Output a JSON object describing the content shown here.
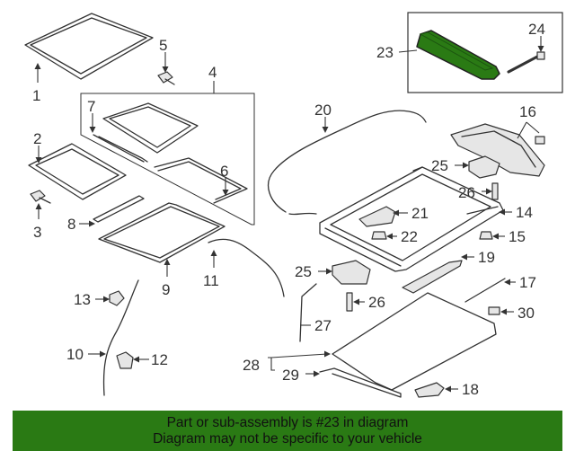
{
  "callouts": {
    "c1": "1",
    "c2": "2",
    "c3": "3",
    "c4": "4",
    "c5": "5",
    "c6": "6",
    "c7": "7",
    "c8": "8",
    "c9": "9",
    "c10": "10",
    "c11": "11",
    "c12": "12",
    "c13": "13",
    "c14": "14",
    "c15": "15",
    "c16": "16",
    "c17": "17",
    "c18": "18",
    "c19": "19",
    "c20": "20",
    "c21": "21",
    "c22": "22",
    "c23": "23",
    "c24": "24",
    "c25a": "25",
    "c25b": "25",
    "c26a": "26",
    "c26b": "26",
    "c27": "27",
    "c28": "28",
    "c29": "29",
    "c30": "30"
  },
  "highlight": {
    "part": "23",
    "color": "#2a7a14"
  },
  "banner": {
    "line1": "Part or sub-assembly is #23 in diagram",
    "line2": "Diagram may not be specific to your vehicle",
    "background": "#2a7a14"
  }
}
